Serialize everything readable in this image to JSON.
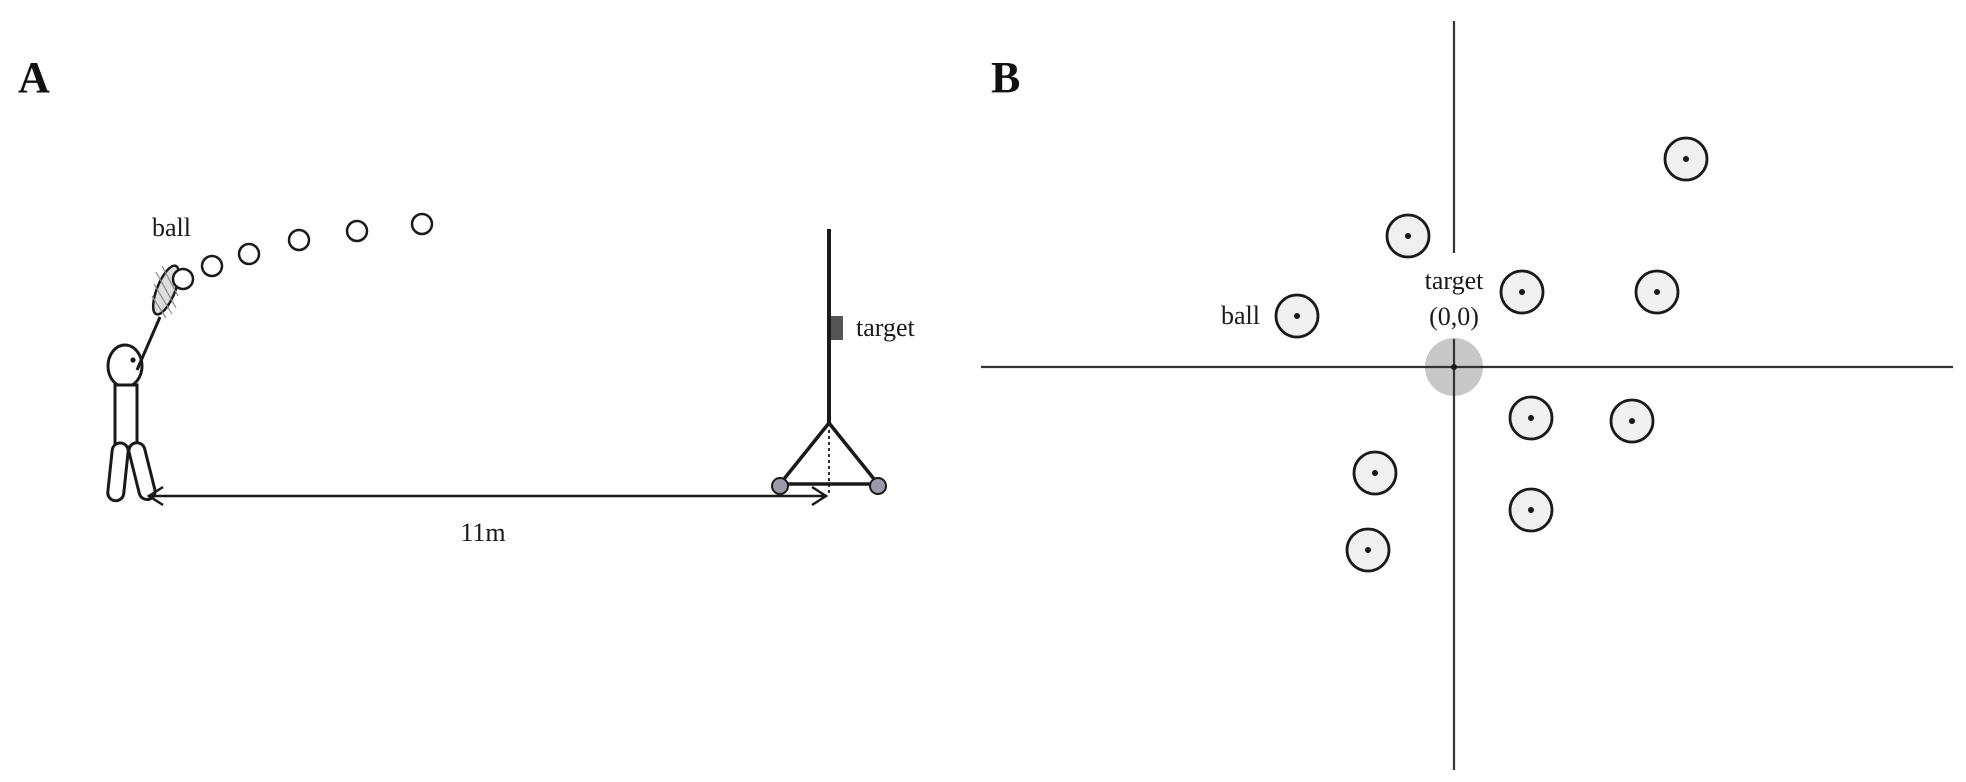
{
  "panel_a": {
    "label": "A",
    "ball_label": "ball",
    "target_label": "target",
    "distance_label": "11m"
  },
  "panel_b": {
    "label": "B",
    "ball_label": "ball",
    "target_label": "target",
    "origin_label": "(0,0)"
  },
  "colors": {
    "ink": "#1a1a1a",
    "ball_fill": "#f0f0f0",
    "target_zone": "#c8c8c8",
    "target_marker": "#555555",
    "wheel": "#9a9aa8"
  }
}
